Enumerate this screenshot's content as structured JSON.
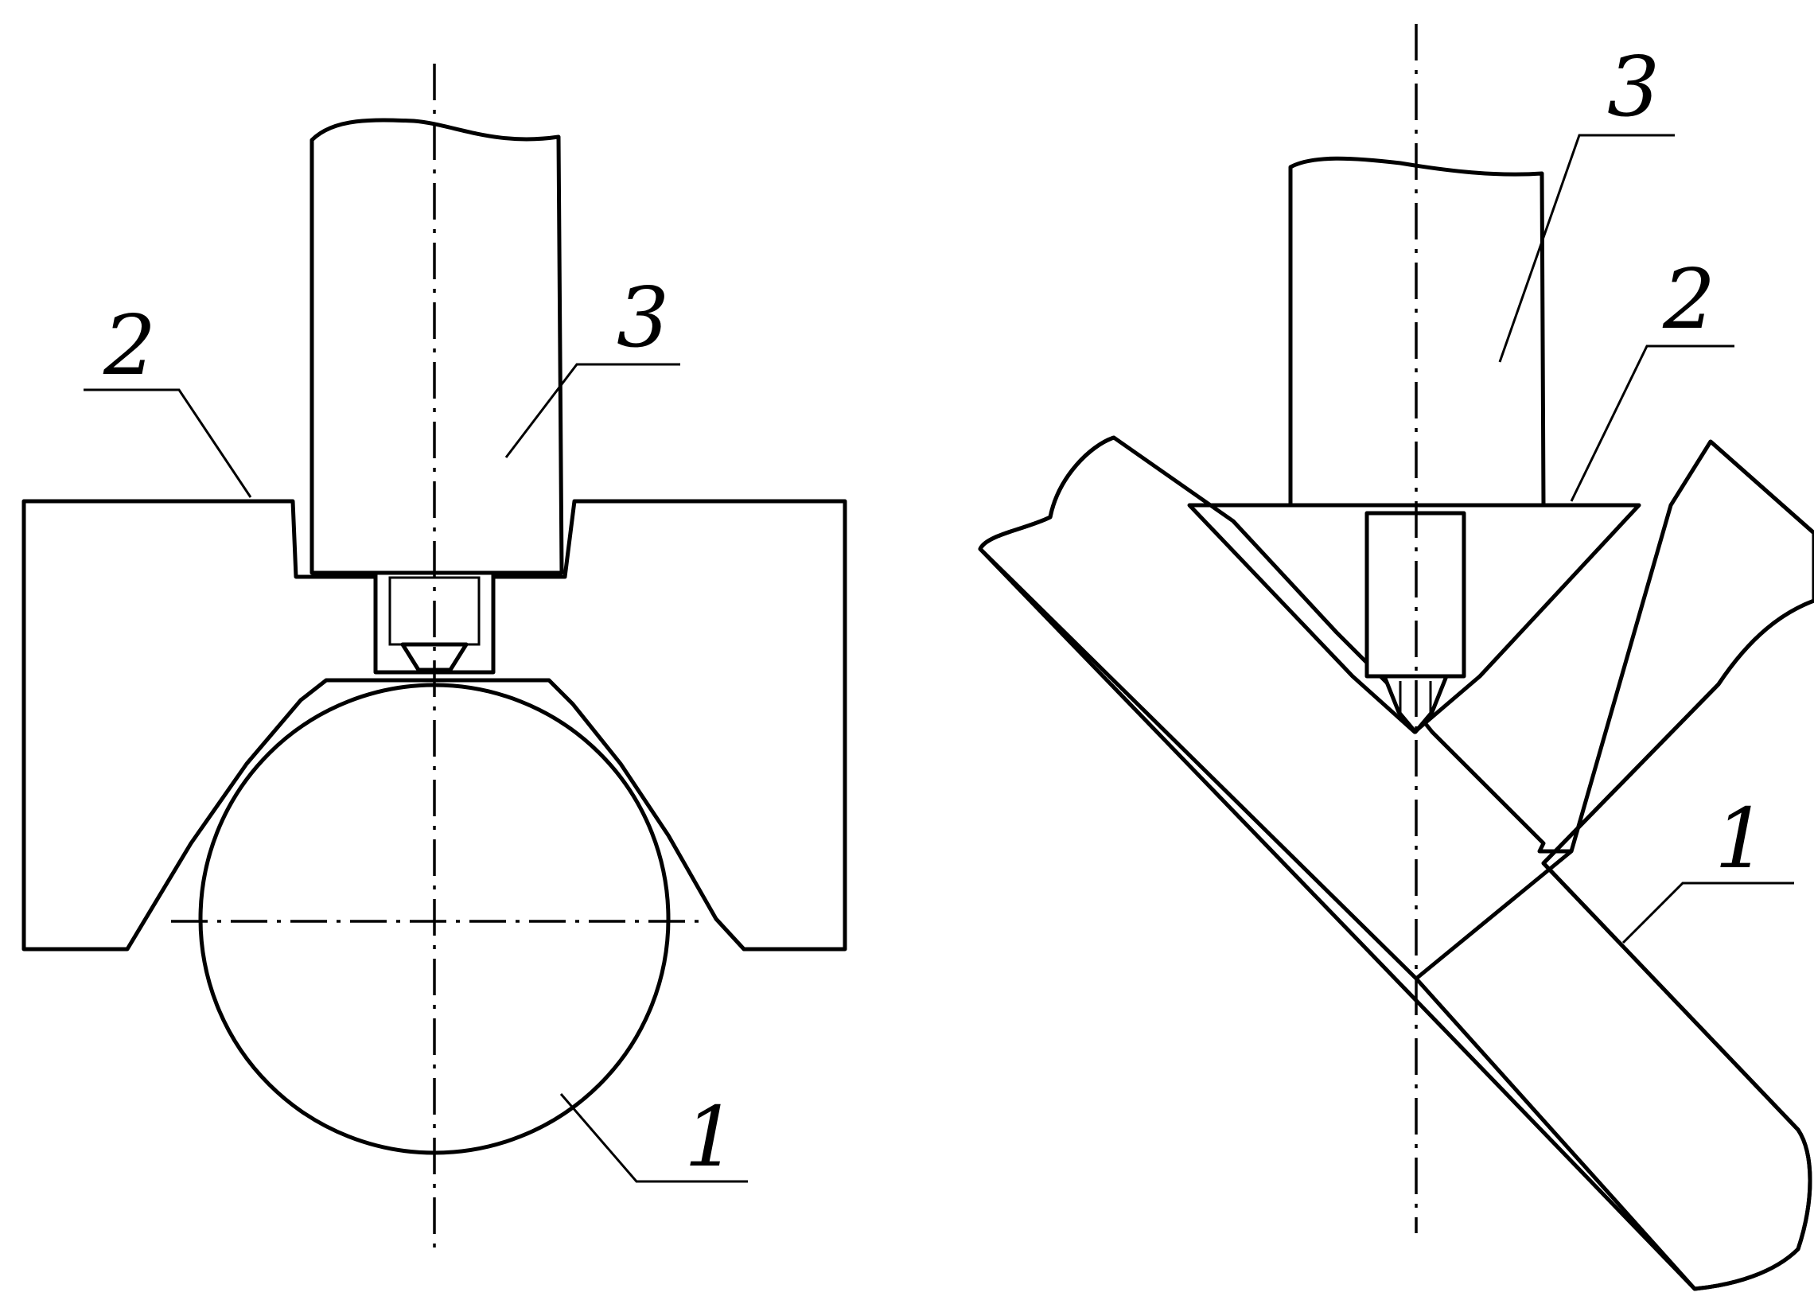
{
  "left_figure": {
    "labels": {
      "part_1": "1",
      "part_2": "2",
      "part_3": "3"
    }
  },
  "right_figure": {
    "labels": {
      "part_1": "1",
      "part_2": "2",
      "part_3": "3"
    }
  },
  "colors": {
    "line": "#000000",
    "background": "#ffffff"
  }
}
